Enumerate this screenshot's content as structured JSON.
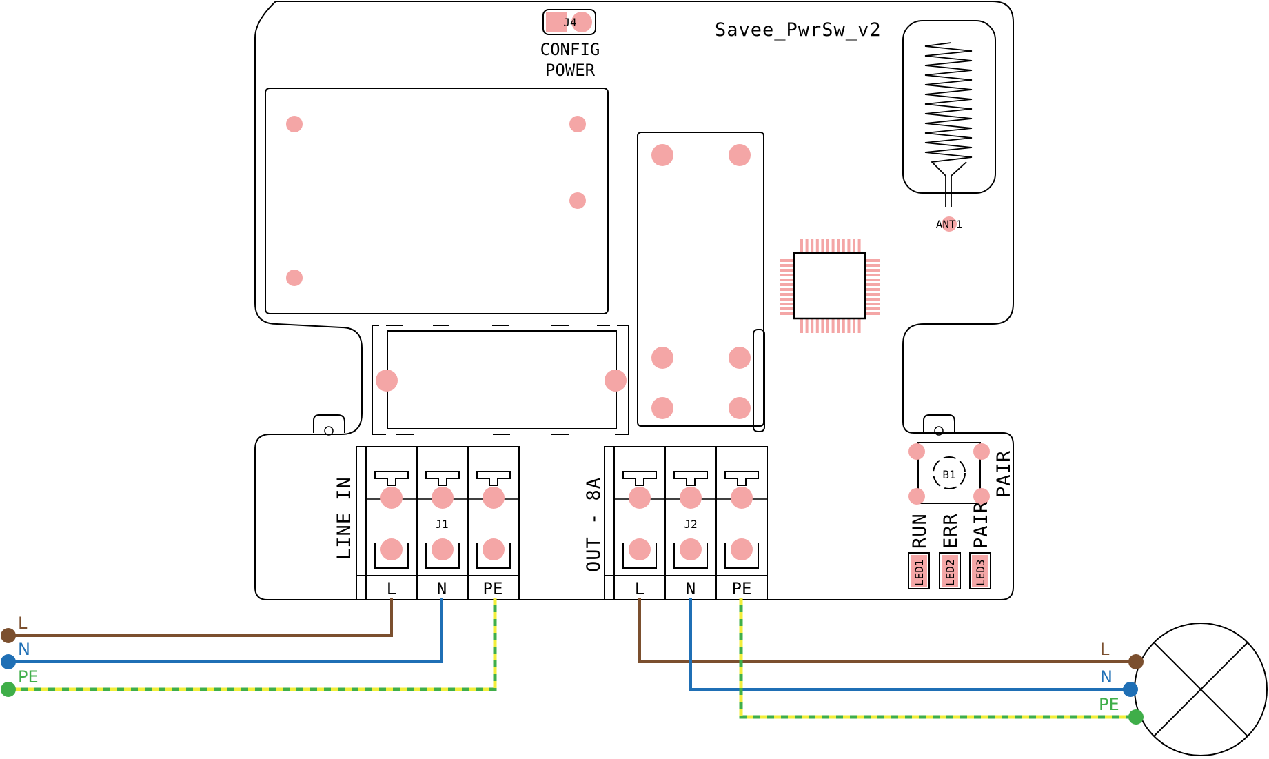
{
  "board": {
    "name": "Savee_PwrSw_v2",
    "jumper": {
      "ref": "J4",
      "label_line1": "CONFIG",
      "label_line2": "POWER"
    },
    "antenna_ref": "ANT1",
    "button_ref": "B1",
    "button_label": "PAIR"
  },
  "terminals": {
    "input": {
      "ref": "J1",
      "label": "LINE IN",
      "pins": [
        "L",
        "N",
        "PE"
      ]
    },
    "output": {
      "ref": "J2",
      "label": "OUT - 8A",
      "pins": [
        "L",
        "N",
        "PE"
      ]
    }
  },
  "leds": [
    {
      "ref": "LED1",
      "label": "RUN"
    },
    {
      "ref": "LED2",
      "label": "ERR"
    },
    {
      "ref": "LED3",
      "label": "PAIR"
    }
  ],
  "wires": {
    "input": [
      "L",
      "N",
      "PE"
    ],
    "output": [
      "L",
      "N",
      "PE"
    ]
  },
  "colors": {
    "live": "#7b4f2e",
    "neutral": "#1f6fb5",
    "earth": "#3fae49",
    "earth_stripe": "#f2ee3a",
    "pad": "#f4a6a6"
  }
}
